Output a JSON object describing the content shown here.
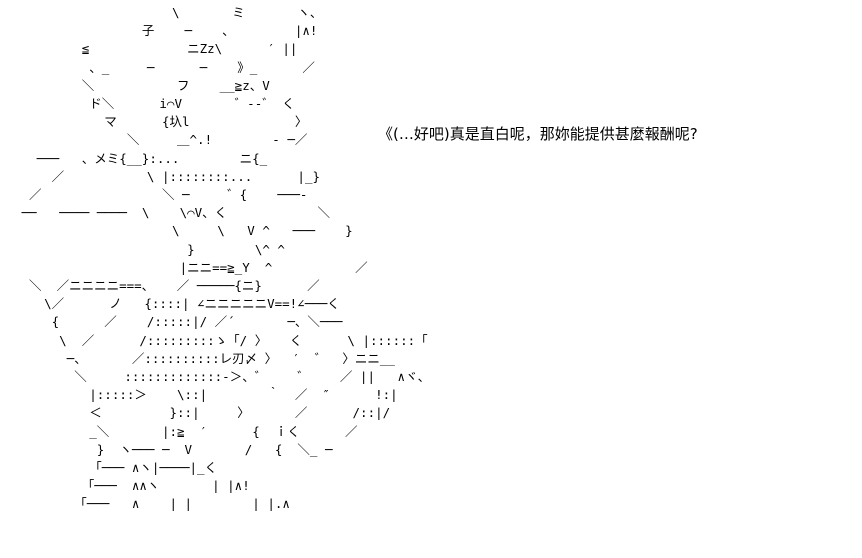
{
  "ascii_art": {
    "lines": [
      "                     \\       ミ       ヽ、",
      "                 子    ─    、        |∧!",
      "         ≦             ニZz\\      ′ ||",
      "          、_     ─      ─    》_      ／",
      "         ＼           フ    __≧z、V",
      "          ド＼      i⌒V       ゛‐‐゛ く",
      "            マ      {圦l              〉",
      "               ＼     ＿^.!        ‐ ─／",
      "   ───   、メミ{__}:...        ニ{_",
      "     ／           \\ |::::::::...      |_}",
      "  ／                ＼ ─     ゛{    ───-",
      " ──   ──── ────  \\    \\⌒V、く            ＼",
      "                     \\     \\   V ^   ───    }",
      "                       }        \\^ ^",
      "                      |ニニ==≧_Y  ^           ／",
      "  ＼  ／ニニニニ===、   ／ ─────{ニ}      ／",
      "    \\／      ノ   {::::| ∠ニニニニニV==!∠───く",
      "     {      ／    /:::::|/ ／´       ─、＼───",
      "      \\  ／      /:::::::::ゝ「/ 〉   く      \\ |::::::「",
      "       ─、      ／::::::::::レ刃〆 〉  ′  ゛  〉ニニ__",
      "        ＼     :::::::::::::-＞、゛    ゛    ／ ||   ∧ヾ、",
      "          |:::::＞    \\::|        ｀  ／  ″      !:|",
      "          ＜         }::|     〉      ／      /::|/",
      "          _＼       |:≧  ′      {  ｉく      ／",
      "           }  ヽ─── ─  V       /   {  ＼_ ─",
      "          「─── ∧ヽ|────|_く",
      "         「───  ∧∧ヽ       | |∧!",
      "        「───   ∧    | |        | |.∧"
    ]
  },
  "speech": {
    "text": "《(…好吧)真是直白呢，那妳能提供甚麼報酬呢?"
  }
}
